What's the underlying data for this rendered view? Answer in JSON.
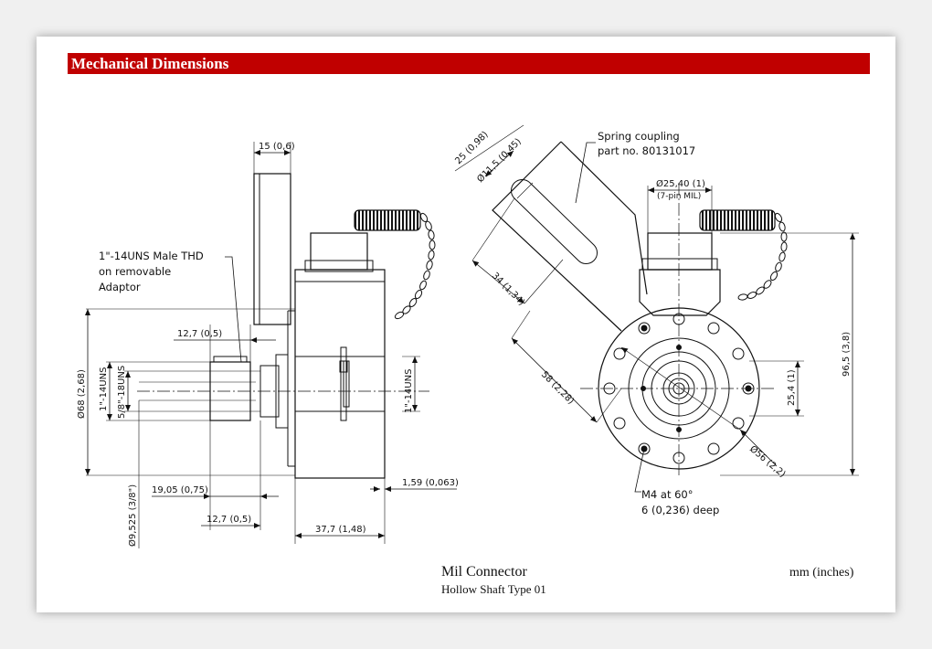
{
  "header": {
    "title": "Mechanical Dimensions"
  },
  "drawing": {
    "labels": {
      "flange_thickness": "15 (0,6)",
      "adaptor_note_1": "1\"-14UNS Male THD",
      "adaptor_note_2": "on removable",
      "adaptor_note_3": "Adaptor",
      "adaptor_length": "12,7 (0,5)",
      "body_diameter": "Ø68 (2,68)",
      "thread_1in": "1\"-14UNS",
      "thread_5_8": "5/8\"-18UNS",
      "thread_1in_inner": "1\"-14UNS",
      "shaft_offset": "19,05 (0,75)",
      "adaptor_offset": "12,7 (0,5)",
      "bore_diameter": "Ø9,525 (3/8\")",
      "body_length": "37,7 (1,48)",
      "flange_step": "1,59 (0,063)",
      "arm_width": "25 (0,98)",
      "slot_diameter": "Ø11,5 (0,45)",
      "slot_length": "34 (1,34)",
      "arm_reach": "58 (2,28)",
      "spring_note_1": "Spring coupling",
      "spring_note_2": "part no. 80131017",
      "mil_diameter": "Ø25,40 (1)",
      "mil_pins": "(7-pin MIL)",
      "height_total": "96,5 (3,8)",
      "center_height": "25,4 (1)",
      "face_diameter": "Ø56 (2,2)",
      "m4_note_1": "M4 at 60°",
      "m4_note_2": "6 (0,236) deep"
    }
  },
  "caption": {
    "title": "Mil Connector",
    "subtitle": "Hollow Shaft Type 01",
    "units": "mm (inches)"
  }
}
